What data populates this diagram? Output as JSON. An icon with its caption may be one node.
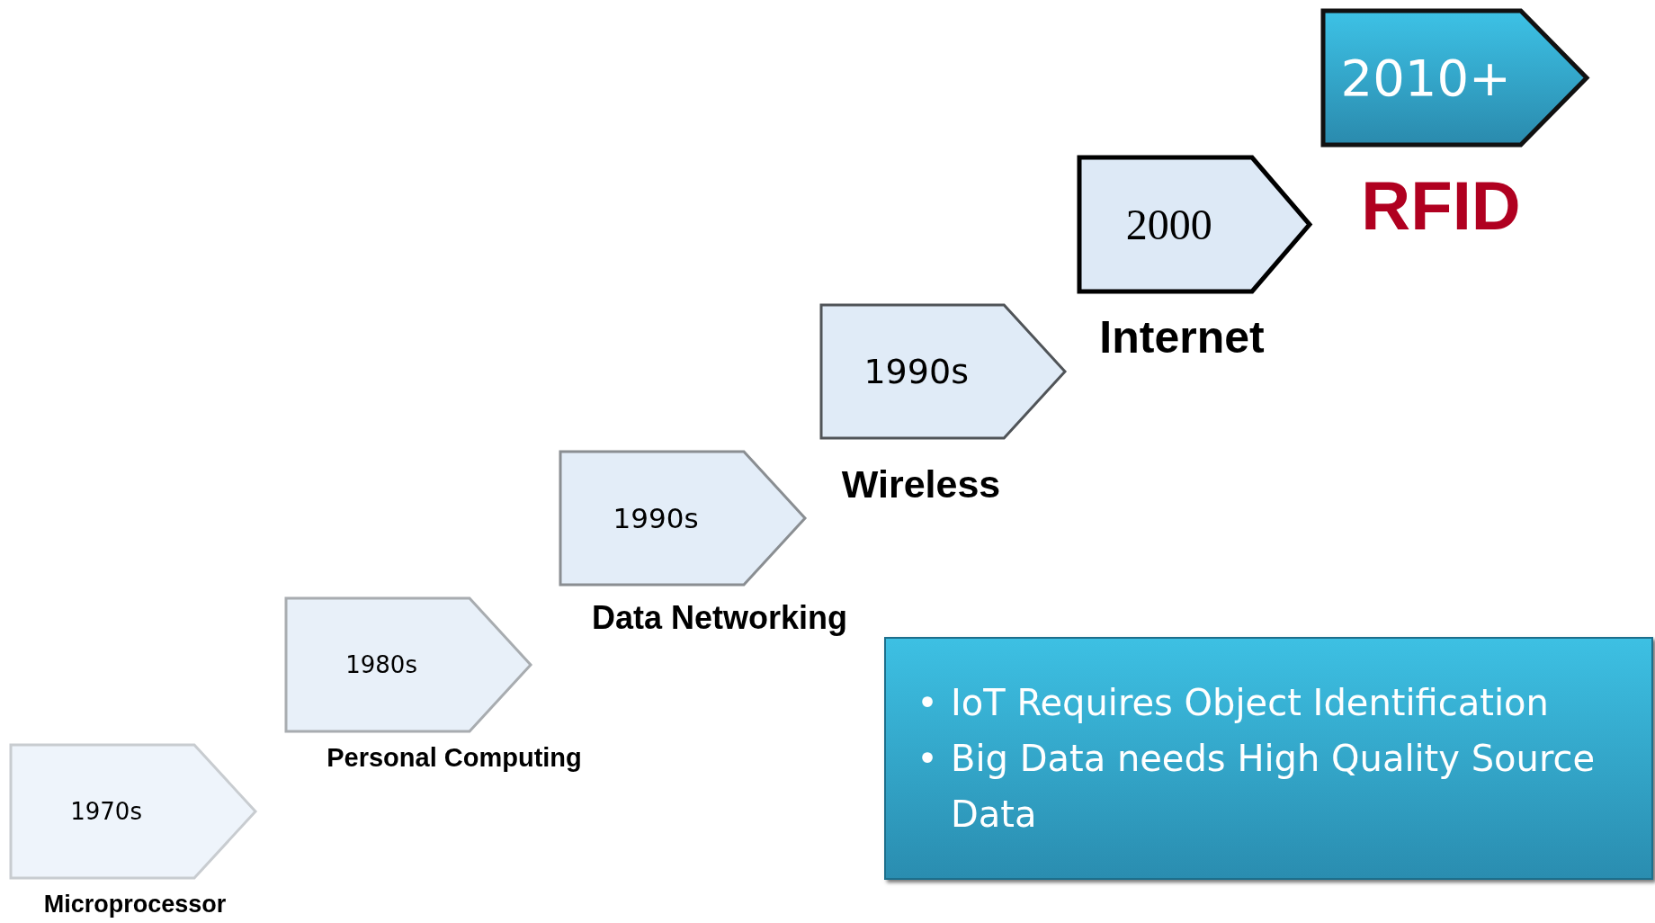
{
  "diagram": {
    "nodes": [
      {
        "text": [
          "1970s"
        ],
        "beside": [
          "Microprocessor"
        ]
      },
      {
        "text": [
          "1980s"
        ],
        "beside": [
          "Personal Computing"
        ]
      },
      {
        "text": [
          "1990s"
        ],
        "beside": [
          "Data Networking"
        ]
      },
      {
        "text": [
          "1990s"
        ],
        "beside": [
          "Wireless"
        ]
      },
      {
        "text": [
          "2000"
        ],
        "beside": [
          "Internet"
        ]
      },
      {
        "text": [
          "2010+"
        ],
        "beside": [
          "RFID"
        ]
      },
      {
        "text": [
          "IoT Requires Object Identification",
          "Big Data needs High Quality Source Data"
        ]
      }
    ],
    "labels": [
      "•",
      "•"
    ]
  }
}
